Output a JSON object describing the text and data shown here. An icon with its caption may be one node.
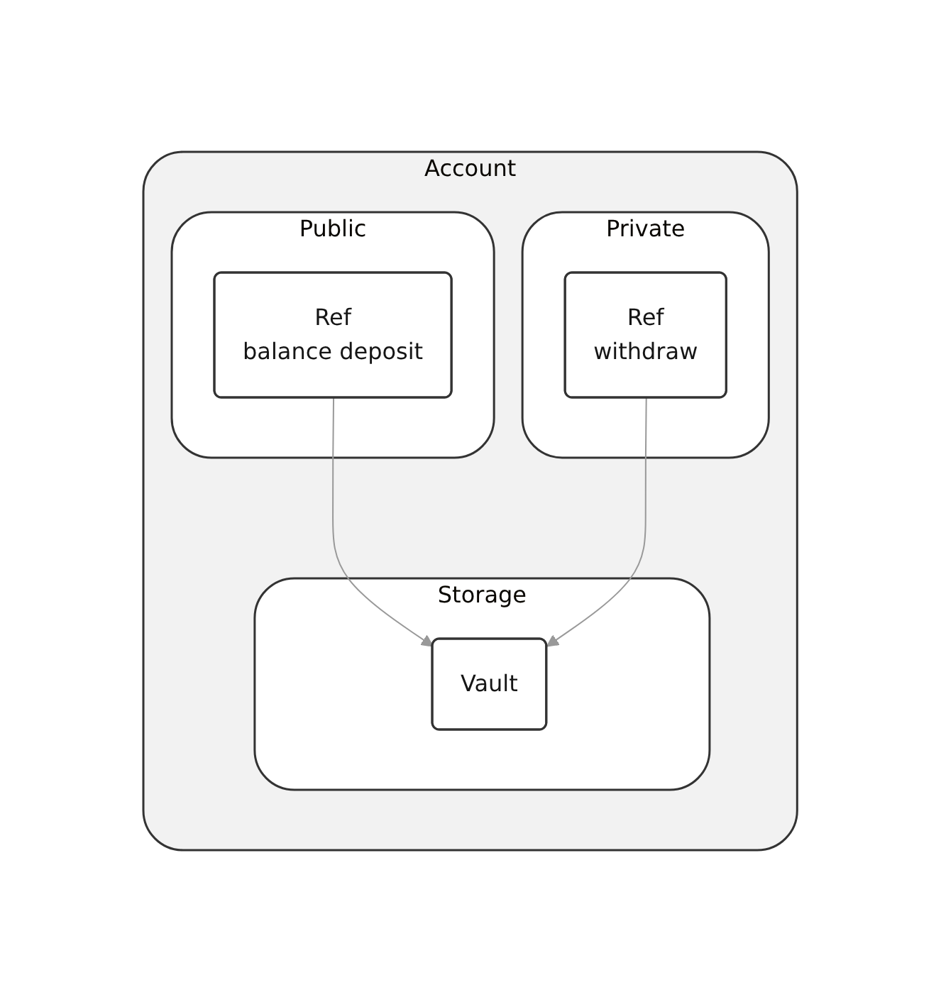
{
  "diagram": {
    "nodes": [
      {
        "text": [
          "Account"
        ]
      },
      {
        "text": [
          "Public"
        ],
        "in": 0
      },
      {
        "text": [
          "Ref",
          "balance deposit"
        ],
        "in": 1
      },
      {
        "text": [
          "Private"
        ],
        "in": 0
      },
      {
        "text": [
          "Ref",
          "withdraw"
        ],
        "in": 3
      },
      {
        "text": [
          "Storage"
        ],
        "in": 0
      },
      {
        "text": [
          "Vault"
        ],
        "in": 5
      }
    ],
    "edges": [
      {
        "from": 2,
        "to": 6,
        "arrow": "to"
      },
      {
        "from": 4,
        "to": 6,
        "arrow": "to"
      }
    ]
  }
}
